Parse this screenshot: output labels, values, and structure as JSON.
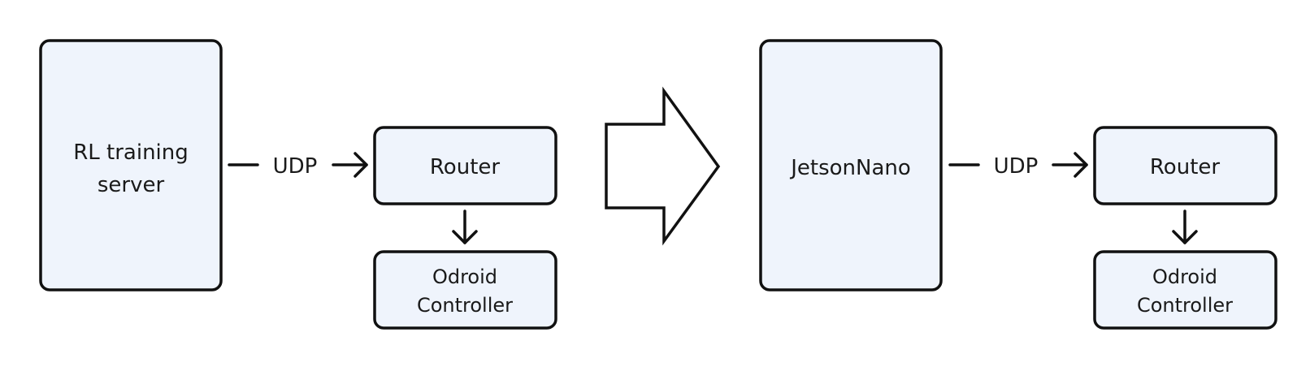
{
  "left": {
    "server": {
      "line1": "RL training",
      "line2": "server"
    },
    "protocol": "UDP",
    "router": "Router",
    "controller": {
      "line1": "Odroid",
      "line2": "Controller"
    }
  },
  "right": {
    "server": {
      "line1": "JetsonNano"
    },
    "protocol": "UDP",
    "router": "Router",
    "controller": {
      "line1": "Odroid",
      "line2": "Controller"
    }
  },
  "colors": {
    "box_fill": "#eff4fc",
    "stroke": "#111111",
    "text": "#1a1a1a"
  }
}
